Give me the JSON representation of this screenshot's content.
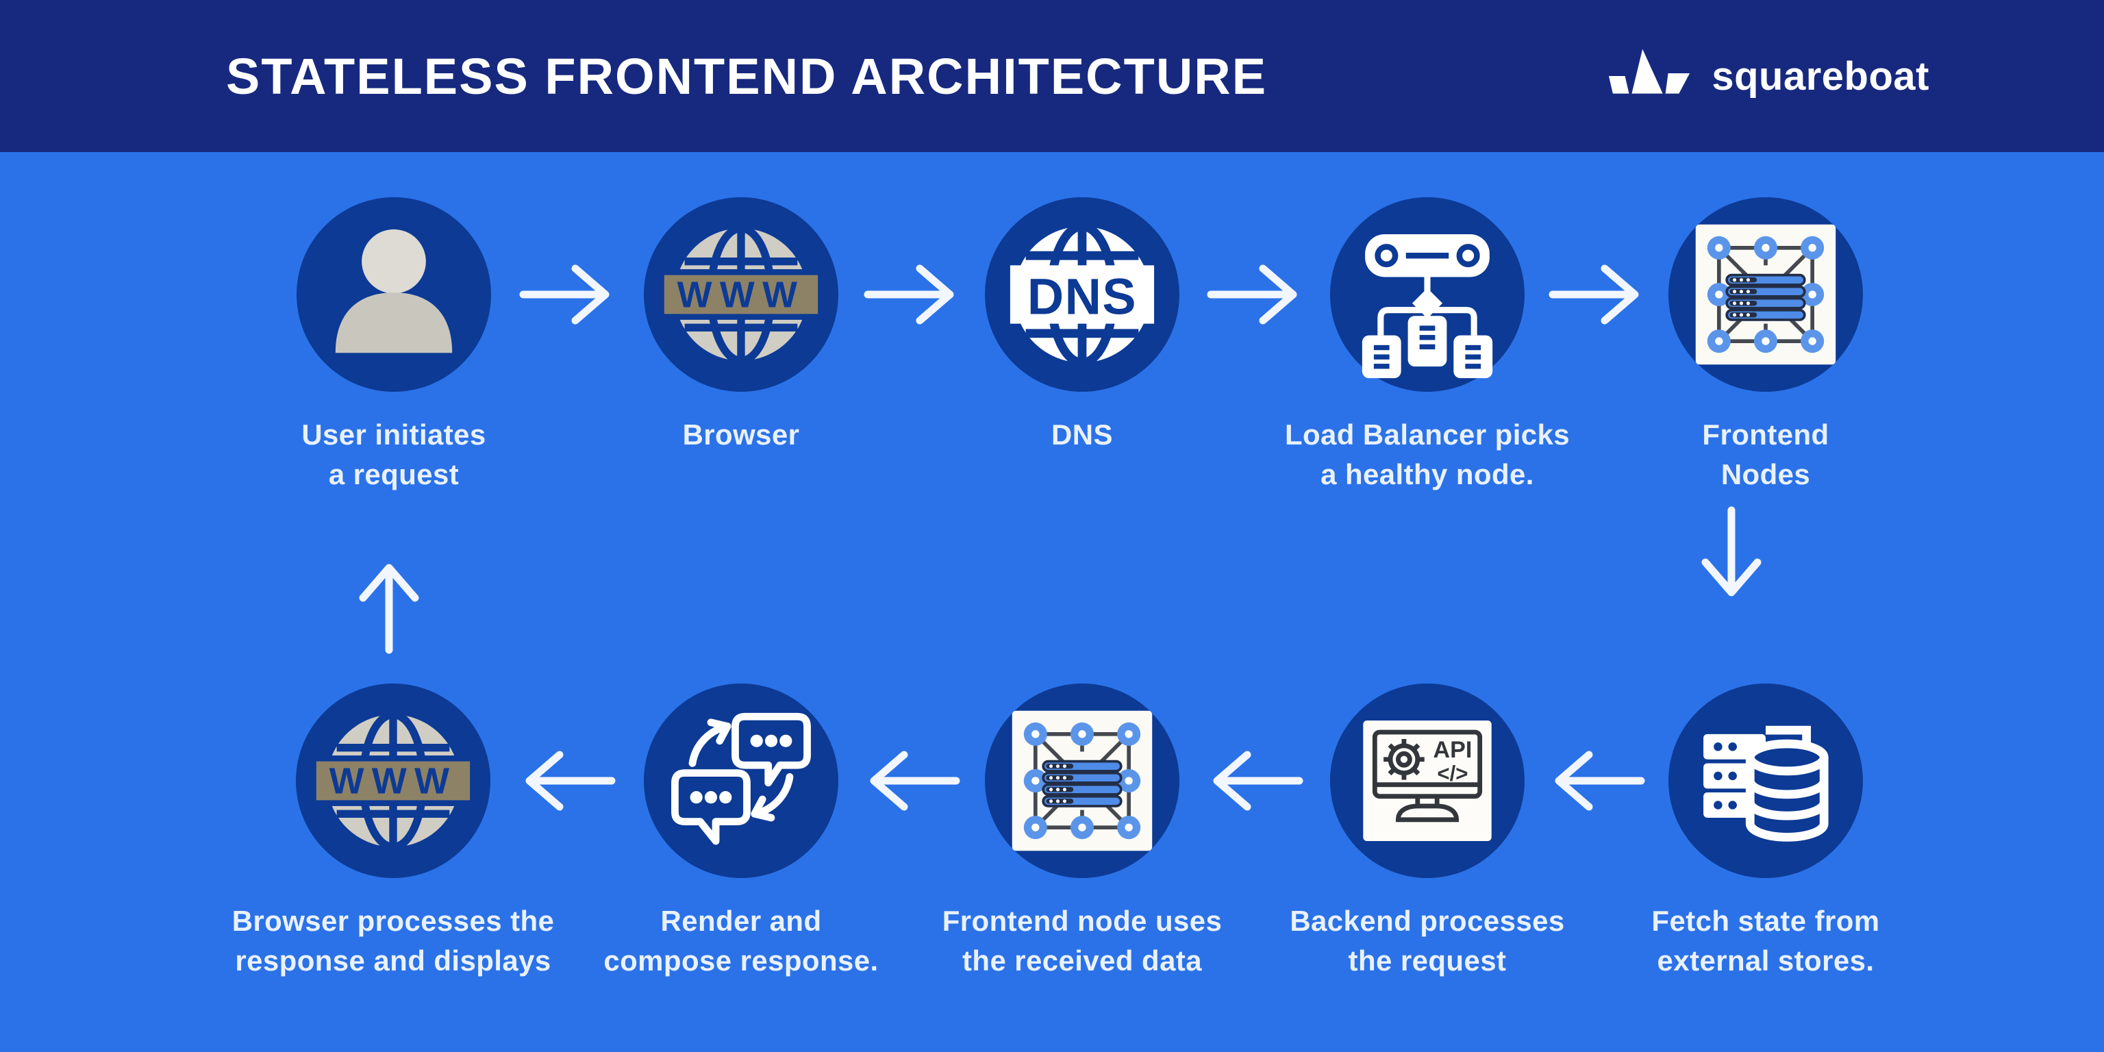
{
  "header": {
    "title": "STATELESS FRONTEND ARCHITECTURE",
    "brand": "squareboat"
  },
  "icon_text": {
    "www": "WWW",
    "dns": "DNS",
    "api": "API",
    "code": "</>"
  },
  "flow": {
    "top_row": [
      {
        "icon": "user-icon",
        "line1": "User initiates",
        "line2": "a request"
      },
      {
        "icon": "www-globe-icon",
        "line1": "Browser",
        "line2": ""
      },
      {
        "icon": "dns-globe-icon",
        "line1": "DNS",
        "line2": ""
      },
      {
        "icon": "load-balancer-icon",
        "line1": "Load Balancer picks",
        "line2": "a healthy node."
      },
      {
        "icon": "network-nodes-icon",
        "line1": "Frontend",
        "line2": "Nodes"
      }
    ],
    "bottom_row": [
      {
        "icon": "www-globe-icon",
        "line1": "Browser processes the",
        "line2": "response and displays"
      },
      {
        "icon": "chat-exchange-icon",
        "line1": "Render and",
        "line2": "compose response."
      },
      {
        "icon": "network-nodes-icon",
        "line1": "Frontend node uses",
        "line2": "the received data"
      },
      {
        "icon": "backend-api-icon",
        "line1": "Backend processes",
        "line2": "the request"
      },
      {
        "icon": "database-fetch-icon",
        "line1": "Fetch state from",
        "line2": "external stores."
      }
    ],
    "arrows": {
      "top_row_direction": "right",
      "bottom_row_direction": "left",
      "right_connector": "down",
      "left_connector": "up"
    }
  },
  "colors": {
    "header_bg": "#17297e",
    "canvas_bg": "#2b72e8",
    "icon_circle": "#0c3a95",
    "label_text": "#e9f1fc",
    "arrow": "#f2f7ff",
    "globe_banner_tan": "#8e8266",
    "globe_gray": "#d0cdc4",
    "node_blue": "#5b95ea"
  }
}
